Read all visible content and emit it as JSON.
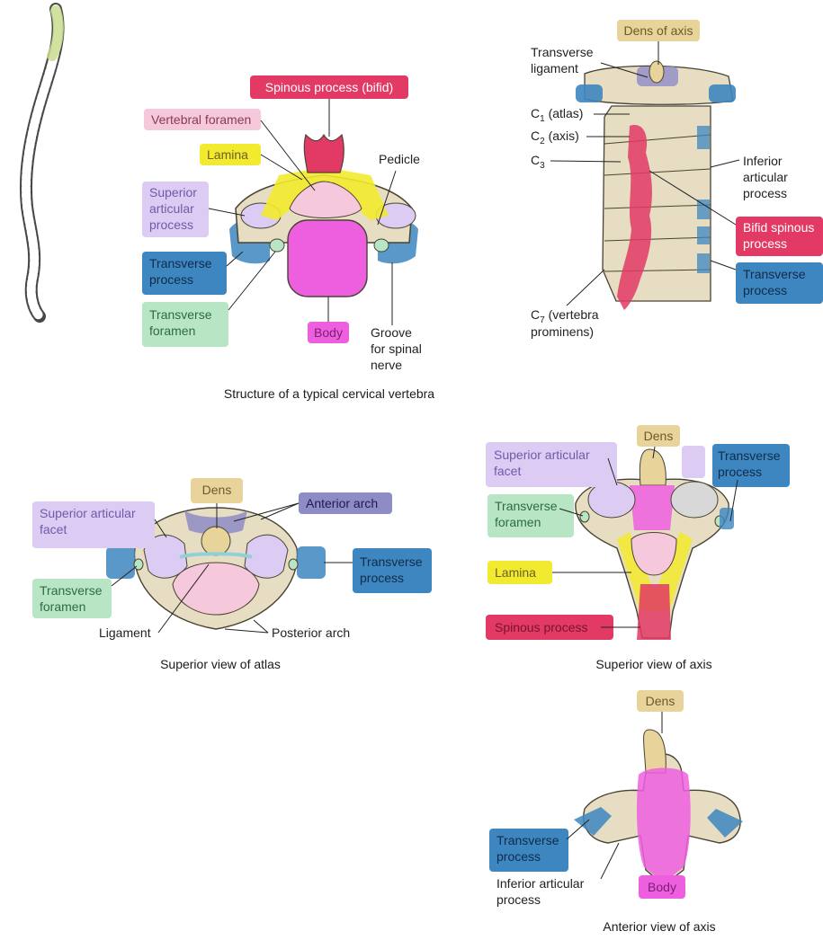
{
  "captions": {
    "typical": "Structure of a typical cervical vertebra",
    "atlas": "Superior view of atlas",
    "axis_superior": "Superior view of axis",
    "axis_anterior": "Anterior view of axis"
  },
  "colors": {
    "bone": "#e6ddc2",
    "bone_dark": "#cbbf9c",
    "outline": "#4a4333",
    "red": "#e23a64",
    "pink_light": "#f6c8dc",
    "yellow": "#f2ea2e",
    "purple_light": "#dcccf4",
    "blue": "#3d86c0",
    "green_light": "#b8e6c5",
    "magenta": "#ee5fe0",
    "tan": "#e8d39a",
    "slate": "#8e8cc6"
  },
  "typical": {
    "spinous": "Spinous process (bifid)",
    "foramen": "Vertebral foramen",
    "lamina": "Lamina",
    "pedicle": "Pedicle",
    "superior_articular": [
      "Superior",
      "articular",
      "process"
    ],
    "transverse_process": [
      "Transverse",
      "process"
    ],
    "transverse_foramen": [
      "Transverse",
      "foramen"
    ],
    "body": "Body",
    "groove": [
      "Groove",
      "for spinal",
      "nerve"
    ]
  },
  "column": {
    "dens": "Dens of axis",
    "transverse_ligament": [
      "Transverse",
      "ligament"
    ],
    "c1_main": "C",
    "c1_sub": "1",
    "c1_rest": " (atlas)",
    "c2_main": "C",
    "c2_sub": "2",
    "c2_rest": " (axis)",
    "c3_main": "C",
    "c3_sub": "3",
    "c7_main": "C",
    "c7_sub": "7",
    "c7_rest": " (vertebra",
    "c7_line2": "prominens)",
    "inferior_articular": [
      "Inferior",
      "articular",
      "process"
    ],
    "bifid_spinous": [
      "Bifid spinous",
      "process"
    ],
    "transverse_process": [
      "Transverse",
      "process"
    ]
  },
  "atlas": {
    "dens": "Dens",
    "anterior_arch": "Anterior arch",
    "superior_facet": [
      "Superior articular",
      "facet"
    ],
    "transverse_process": [
      "Transverse",
      "process"
    ],
    "transverse_foramen": [
      "Transverse",
      "foramen"
    ],
    "ligament": "Ligament",
    "posterior_arch": "Posterior arch"
  },
  "axis_sup": {
    "dens": "Dens",
    "superior_facet": [
      "Superior articular",
      "facet"
    ],
    "transverse_process": [
      "Transverse",
      "process"
    ],
    "transverse_foramen": [
      "Transverse",
      "foramen"
    ],
    "lamina": "Lamina",
    "spinous": "Spinous process"
  },
  "axis_ant": {
    "dens": "Dens",
    "transverse_process": [
      "Transverse",
      "process"
    ],
    "inferior_articular": [
      "Inferior articular",
      "process"
    ],
    "body": "Body"
  }
}
